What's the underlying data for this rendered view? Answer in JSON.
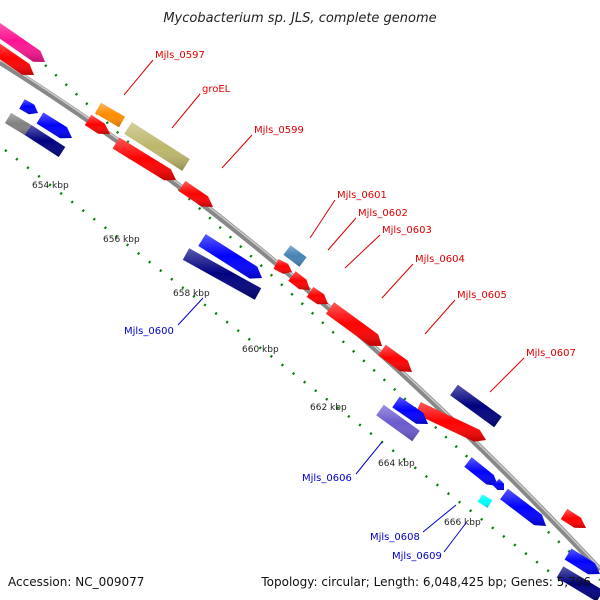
{
  "title": "Mycobacterium sp. JLS, complete genome",
  "footer": {
    "accession": "Accession: NC_009077",
    "summary": "Topology: circular; Length: 6,048,425 bp; Genes: 5,796"
  },
  "scale": {
    "labels": [
      "654 kbp",
      "656 kbp",
      "658 kbp",
      "660 kbp",
      "662 kbp",
      "664 kbp",
      "666 kbp"
    ]
  },
  "colors": {
    "red": "#ff0000",
    "blue": "#0000ff",
    "navy": "#000080",
    "olive": "#bdb76b",
    "orange": "#ff8c00",
    "pink": "#ff1493",
    "steel": "#4682b4",
    "slateblue": "#6a5acd",
    "cyan": "#00ffff",
    "gray": "#808080",
    "tick": "#008000",
    "backbone": "#888888"
  },
  "labels": [
    {
      "text": "Mjls_0597",
      "color": "#dd0000"
    },
    {
      "text": "groEL",
      "color": "#dd0000"
    },
    {
      "text": "Mjls_0599",
      "color": "#dd0000"
    },
    {
      "text": "Mjls_0601",
      "color": "#dd0000"
    },
    {
      "text": "Mjls_0602",
      "color": "#dd0000"
    },
    {
      "text": "Mjls_0603",
      "color": "#dd0000"
    },
    {
      "text": "Mjls_0604",
      "color": "#dd0000"
    },
    {
      "text": "Mjls_0605",
      "color": "#dd0000"
    },
    {
      "text": "Mjls_0607",
      "color": "#dd0000"
    },
    {
      "text": "Mjls_0600",
      "color": "#0000cc"
    },
    {
      "text": "Mjls_0606",
      "color": "#0000cc"
    },
    {
      "text": "Mjls_0608",
      "color": "#0000cc"
    },
    {
      "text": "Mjls_0609",
      "color": "#0000cc"
    }
  ]
}
